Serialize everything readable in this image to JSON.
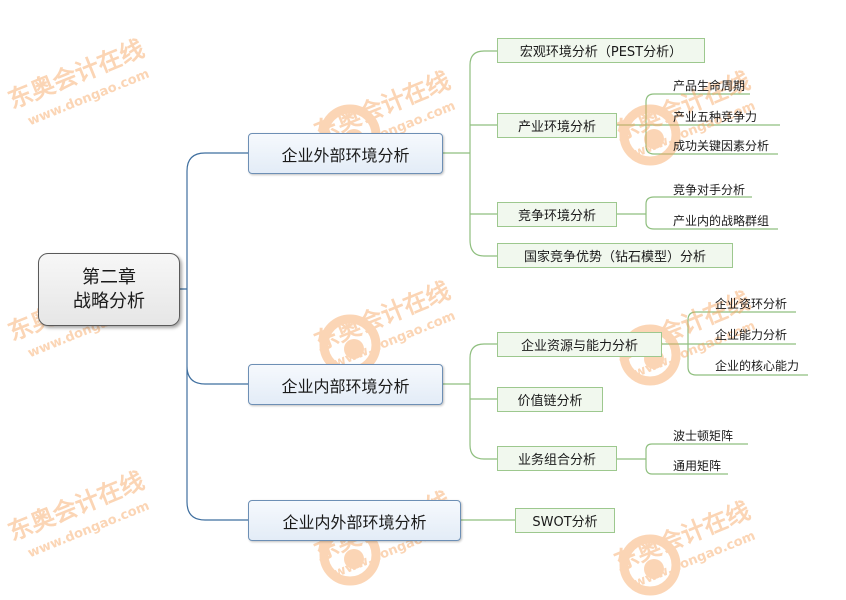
{
  "root": {
    "line1": "第二章",
    "line2": "战略分析"
  },
  "branches": {
    "external": {
      "label": "企业外部环境分析",
      "children": {
        "macro": "宏观环境分析（PEST分析）",
        "industry": {
          "label": "产业环境分析",
          "leaves": [
            "产品生命周期",
            "产业五种竞争力",
            "成功关键因素分析"
          ]
        },
        "competition": {
          "label": "竞争环境分析",
          "leaves": [
            "竞争对手分析",
            "产业内的战略群组"
          ]
        },
        "diamond": "国家竞争优势（钻石模型）分析"
      }
    },
    "internal": {
      "label": "企业内部环境分析",
      "children": {
        "resources": {
          "label": "企业资源与能力分析",
          "leaves": [
            "企业资环分析",
            "企业能力分析",
            "企业的核心能力"
          ]
        },
        "valuechain": "价值链分析",
        "portfolio": {
          "label": "业务组合分析",
          "leaves": [
            "波士顿矩阵",
            "通用矩阵"
          ]
        }
      }
    },
    "combined": {
      "label": "企业内外部环境分析",
      "children": {
        "swot": "SWOT分析"
      }
    }
  },
  "watermark": {
    "brand": "东奥会计在线",
    "url": "www.dongao.com"
  },
  "colors": {
    "connector_main": "#3f6f9f",
    "connector_sub": "#8fbf7f",
    "watermark": "#f7a35c"
  }
}
